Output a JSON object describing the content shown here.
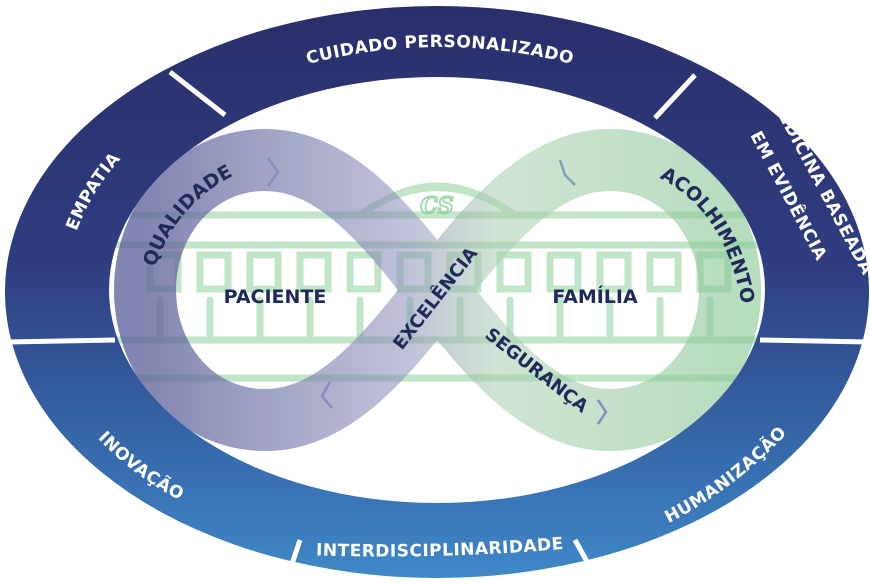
{
  "colors": {
    "ring_top": "#2a2f6b",
    "ring_upper": "#2f3a7c",
    "ring_mid": "#325a9c",
    "ring_bottom": "#3f86c6",
    "divider": "#ffffff",
    "loop_left": "#6e6fa3",
    "loop_right": "#9dcda4",
    "building_green": "#7cc28a",
    "text_dark": "#1f2a5a"
  },
  "ring": {
    "segments": [
      {
        "id": "cuidado",
        "label": "CUIDADO PERSONALIZADO"
      },
      {
        "id": "medicina",
        "label_lines": [
          "MEDICINA BASEADA",
          "EM EVIDÊNCIA"
        ]
      },
      {
        "id": "humanizacao",
        "label": "HUMANIZAÇÃO"
      },
      {
        "id": "interdisciplinaridade",
        "label": "INTERDISCIPLINARIDADE"
      },
      {
        "id": "inovacao",
        "label": "INOVAÇÃO"
      },
      {
        "id": "empatia",
        "label": "EMPATIA"
      }
    ]
  },
  "infinity": {
    "left_center": "PACIENTE",
    "right_center": "FAMÍLIA",
    "left_band": "QUALIDADE",
    "right_band": "ACOLHIMENTO",
    "cross_up": "EXCELÊNCIA",
    "cross_down": "SEGURANÇA"
  },
  "building": {
    "monogram": "CS"
  }
}
